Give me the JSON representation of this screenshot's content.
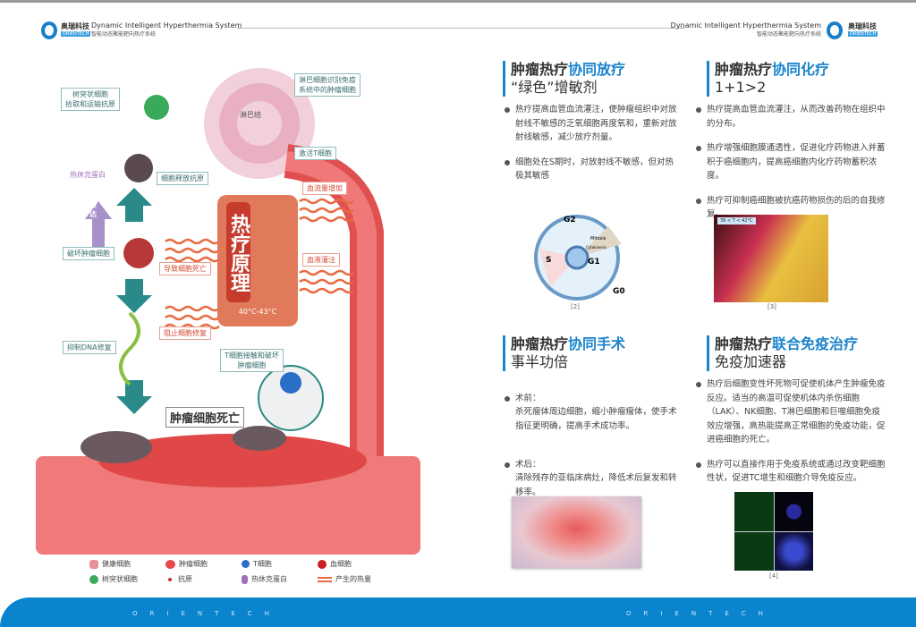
{
  "header": {
    "brand": "奥瑞科技",
    "brand_en": "ORIENTECH",
    "title": "Dynamic Intelligent Hyperthermia System",
    "subtitle": "智能动态聚能靶向热疗系统"
  },
  "footer": {
    "text": "ORIENTECH"
  },
  "diagram": {
    "lymph_node": "淋巴结",
    "dendritic_label": "树突状细胞\n拾取和运输抗原",
    "lymph_recognize": "淋巴细胞识别免疫\n系统中的肿瘤细胞",
    "activate_t": "激活T细胞",
    "release_antigen": "细胞释放抗原",
    "hsp": "热休克蛋白",
    "express": "表达",
    "destroy_tumor": "破坏肿瘤细胞",
    "cause_death": "导致细胞死亡",
    "stop_repair": "阻止细胞修复",
    "inhibit_dna": "抑制DNA修复",
    "blood_flow": "血流量增加",
    "perfusion": "血液灌注",
    "center_title": "热疗原理",
    "temp_range": "40°C-43°C",
    "t_contact": "T细胞接触和破坏\n肿瘤细胞",
    "tumor_death": "肿瘤细胞死亡"
  },
  "legend": [
    {
      "icon": "healthy-cell",
      "label": "健康细胞",
      "color": "#e8909a"
    },
    {
      "icon": "tumor-cell",
      "label": "肿瘤细胞",
      "color": "#e84a4a"
    },
    {
      "icon": "t-cell",
      "label": "T细胞",
      "color": "#2a6ec8"
    },
    {
      "icon": "blood-cell",
      "label": "血细胞",
      "color": "#c82020"
    },
    {
      "icon": "dendritic-cell",
      "label": "树突状细胞",
      "color": "#3aaa5a"
    },
    {
      "icon": "antigen",
      "label": "抗原",
      "color": "#c83020"
    },
    {
      "icon": "heat-shock-protein",
      "label": "热休克蛋白",
      "color": "#a070b8"
    },
    {
      "icon": "heat-waves",
      "label": "产生的热量",
      "color": "#e86a40"
    }
  ],
  "sections": [
    {
      "title_a": "肿瘤热疗",
      "title_b": "协同放疗",
      "subtitle": "“绿色”增敏剂",
      "bullets": [
        "热疗提高血管血流灌注，使肿瘤组织中对放射线不敏感的乏氧细胞再度氧和，重新对放射线敏感，减少放疗剂量。",
        "细胞处在S期时，对放射线不敏感，但对热极其敏感"
      ],
      "caption": "[2]"
    },
    {
      "title_a": "肿瘤热疗",
      "title_b": "协同化疗",
      "subtitle": "1+1>2",
      "bullets": [
        "热疗提高血管血流灌注，从而改善药物在组织中的分布。",
        "热疗增强细胞膜通透性，促进化疗药物进入并蓄积于癌细胞内，提高癌细胞内化疗药物蓄积浓度。",
        "热疗可抑制癌细胞被抗癌药物损伤的后的自我修复。"
      ],
      "caption": "[3]"
    },
    {
      "title_a": "肿瘤热疗",
      "title_b": "协同手术",
      "subtitle": "事半功倍",
      "bullets": [
        "术前：\n杀死瘤体周边细胞，缩小肿瘤瘤体，使手术指征更明确，提高手术成功率。",
        "术后：\n清除残存的亚临床病灶，降低术后复发和转移率。"
      ]
    },
    {
      "title_a": "肿瘤热疗",
      "title_b": "联合免疫治疗",
      "subtitle": "免疫加速器",
      "bullets": [
        "热疗后细胞变性坏死物可促使机体产生肿瘤免疫反应。适当的高温可促使机体内杀伤细胞（LAK）、NK细胞、T淋巴细胞和巨噬细胞免疫效应增强，高热能提高正常细胞的免疫功能，促进癌细胞的死亡。",
        "热疗可以直接作用于免疫系统或通过改变靶细胞性状，促进TC增生和细胞介导免疫反应。"
      ],
      "caption": "[4]"
    }
  ],
  "figure_text": {
    "cell_cycle": [
      "G2",
      "S",
      "G1",
      "G0",
      "Mitosis",
      "Cytokinesis"
    ],
    "heat_temp": "39 < T < 42°C"
  }
}
